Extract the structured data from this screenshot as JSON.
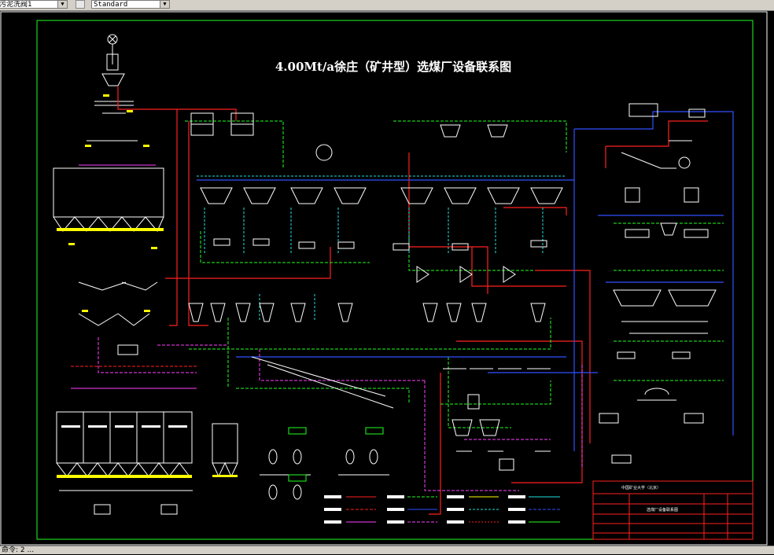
{
  "toolbar": {
    "layer_combo_value": "污泥洗阀1",
    "style_combo_value": "Standard",
    "dropdown_arrow": "▼"
  },
  "drawing": {
    "title": "4.00Mt/a徐庄（矿井型）选煤厂设备联系图",
    "background": "#000000",
    "frame_color": "#00ff00",
    "line_colors": {
      "red": "#ff2020",
      "green": "#20ff20",
      "magenta": "#ff40ff",
      "blue": "#3050ff",
      "cyan": "#20e0e0",
      "yellow": "#ffff00",
      "white": "#ffffff"
    },
    "title_block": {
      "company_line": "中国矿业大学（北京）",
      "drawing_name": "选煤厂设备联系图"
    }
  },
  "statusbar": {
    "text": "命令: 2 ..."
  }
}
